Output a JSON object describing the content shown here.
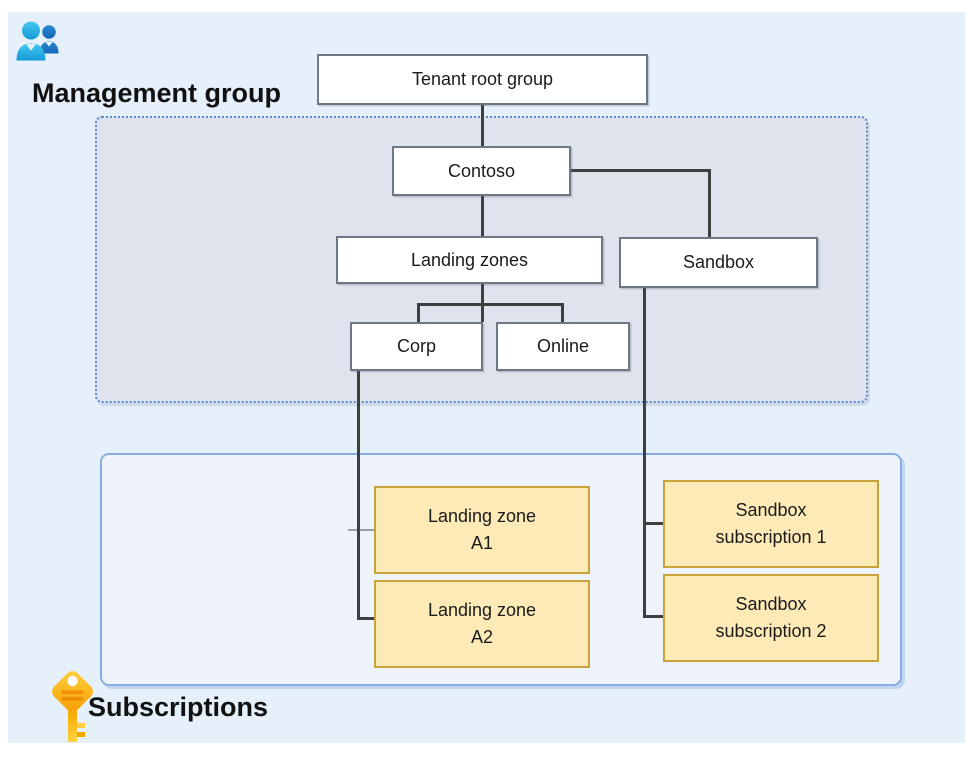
{
  "titles": {
    "management_group": "Management group",
    "subscriptions": "Subscriptions"
  },
  "nodes": {
    "tenant_root": {
      "label": "Tenant root group"
    },
    "contoso": {
      "label": "Contoso"
    },
    "landing_zones": {
      "label": "Landing zones"
    },
    "sandbox": {
      "label": "Sandbox"
    },
    "corp": {
      "label": "Corp"
    },
    "online": {
      "label": "Online"
    },
    "lz_a1": {
      "line1": "Landing zone",
      "line2": "A1"
    },
    "lz_a2": {
      "line1": "Landing zone",
      "line2": "A2"
    },
    "sb_sub1": {
      "line1": "Sandbox",
      "line2": "subscription 1"
    },
    "sb_sub2": {
      "line1": "Sandbox",
      "line2": "subscription 2"
    }
  },
  "icons": {
    "people": "management-group-people-icon",
    "key": "subscriptions-key-icon"
  },
  "colors": {
    "canvas": "#e5f0fa",
    "mg_container_fill": "#dfe3ed",
    "mg_container_border": "#5b8bd0",
    "sub_container_fill": "#eef3fb",
    "sub_container_border": "#86ace1",
    "node_fill": "#ffffff",
    "node_border": "#6e7885",
    "subscription_fill": "#fdeab6",
    "subscription_border": "#c8a33a",
    "connector": "#3f3f3f",
    "connector_light": "#9aa0a6",
    "people_front_blue": "#2eb4e8",
    "people_back_blue": "#1b74c8",
    "key_orange": "#f59b00",
    "key_yellow": "#ffd23f"
  }
}
